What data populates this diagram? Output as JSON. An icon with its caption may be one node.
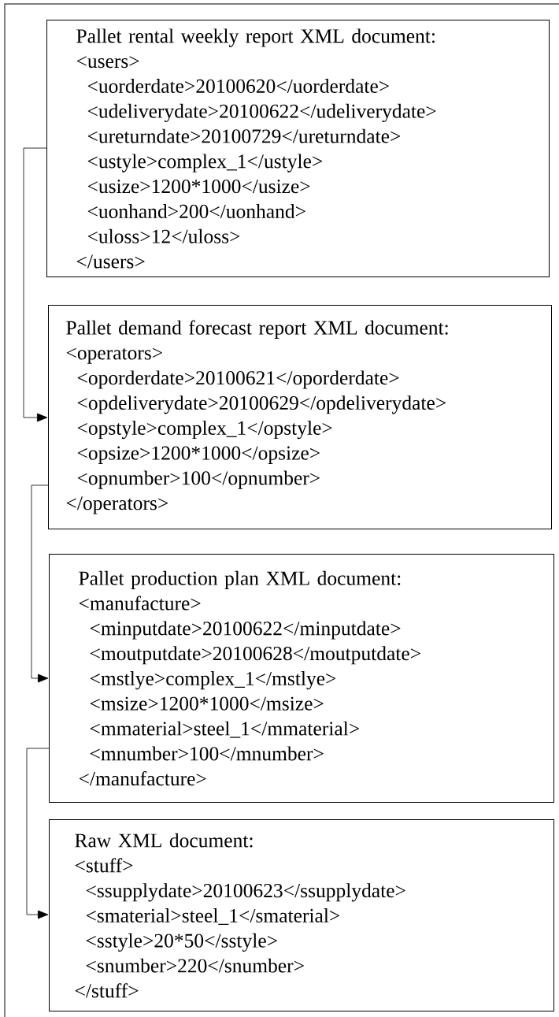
{
  "diagram": {
    "nodes": [
      {
        "text": [
          "Pallet rental weekly report XML document:",
          "<users>",
          "<uorderdate>20100620</uorderdate>",
          "<udeliverydate>20100622</udeliverydate>",
          "<ureturndate>20100729</ureturndate>",
          "<ustyle>complex_1</ustyle>",
          "<usize>1200*1000</usize>",
          "<uonhand>200</uonhand>",
          "<uloss>12</uloss>",
          "</users>"
        ]
      },
      {
        "text": [
          "Pallet demand forecast report XML document:",
          "<operators>",
          "<oporderdate>20100621</oporderdate>",
          "<opdeliverydate>20100629</opdeliverydate>",
          "<opstyle>complex_1</opstyle>",
          "<opsize>1200*1000</opsize>",
          "<opnumber>100</opnumber>",
          "</operators>"
        ]
      },
      {
        "text": [
          "Pallet production plan XML document:",
          "<manufacture>",
          "<minputdate>20100622</minputdate>",
          "<moutputdate>20100628</moutputdate>",
          "<mstlye>complex_1</mstlye>",
          "<msize>1200*1000</msize>",
          "<mmaterial>steel_1</mmaterial>",
          "<mnumber>100</mnumber>",
          "</manufacture>"
        ]
      },
      {
        "text": [
          "Raw XML document:",
          "<stuff>",
          "<ssupplydate>20100623</ssupplydate>",
          "<smaterial>steel_1</smaterial>",
          "<sstyle>20*50</sstyle>",
          "<snumber>220</snumber>",
          "</stuff>"
        ]
      }
    ],
    "edges": [
      {
        "from": 0,
        "to": 1,
        "arrow": "to"
      },
      {
        "from": 1,
        "to": 2,
        "arrow": "to"
      },
      {
        "from": 2,
        "to": 3,
        "arrow": "to"
      }
    ]
  }
}
